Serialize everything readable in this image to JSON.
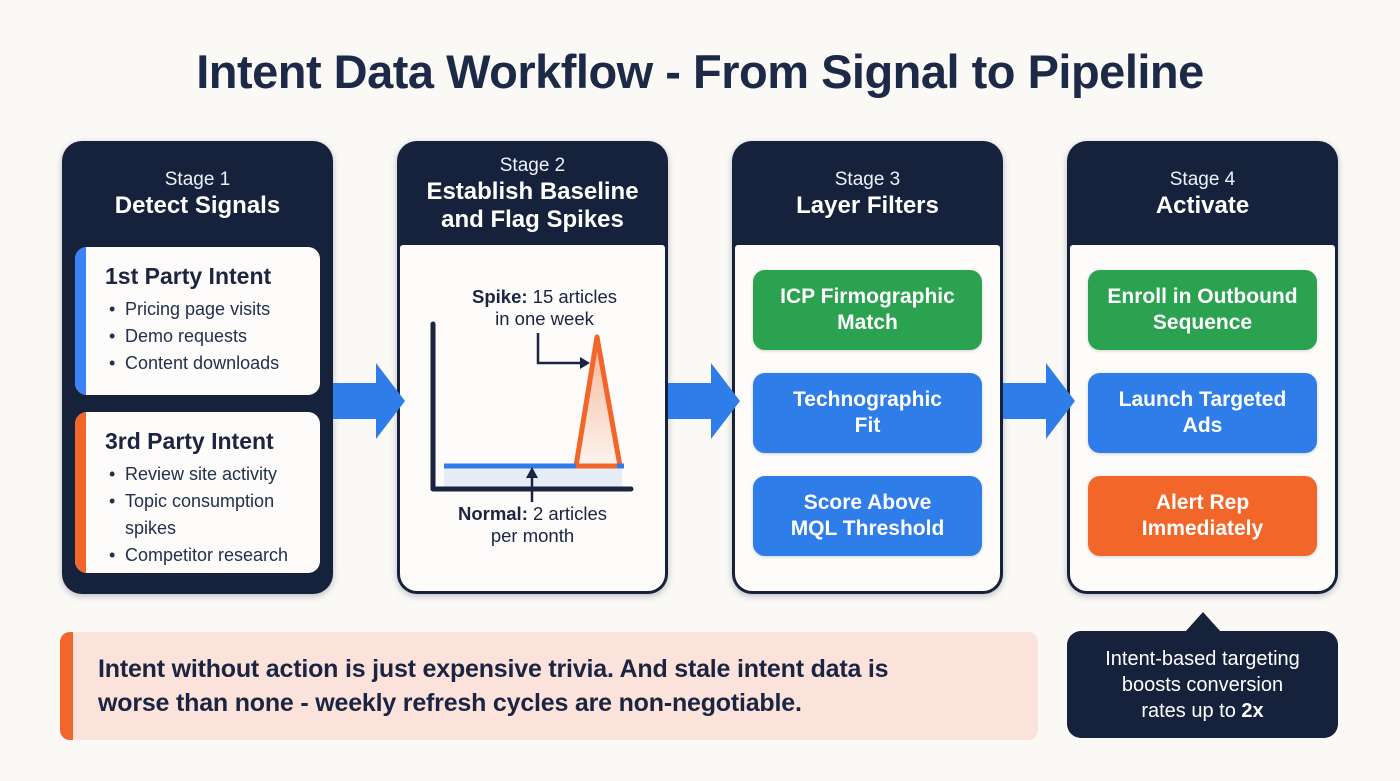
{
  "title": "Intent Data Workflow - From Signal to Pipeline",
  "stages": [
    {
      "label": "Stage 1",
      "title": "Detect Signals",
      "cards": [
        {
          "title": "1st Party Intent",
          "accent_color": "#3b82f6",
          "bullets": [
            "Pricing page visits",
            "Demo requests",
            "Content downloads"
          ]
        },
        {
          "title": "3rd Party Intent",
          "accent_color": "#f2662a",
          "bullets": [
            "Review site activity",
            "Topic consumption spikes",
            "Competitor research"
          ]
        }
      ]
    },
    {
      "label": "Stage 2",
      "title_line1": "Establish Baseline",
      "title_line2": "and Flag Spikes",
      "chart": {
        "type": "area",
        "spike_bold": "Spike:",
        "spike_rest": " 15 articles",
        "spike_line2": "in one week",
        "normal_bold": "Normal:",
        "normal_rest": " 2 articles",
        "normal_line2": "per month",
        "baseline_value": "2 articles per month",
        "spike_value": "15 articles in one week",
        "baseline_color": "#2e7de9",
        "spike_color": "#f2662a"
      }
    },
    {
      "label": "Stage 3",
      "title": "Layer Filters",
      "buttons": [
        {
          "line1": "ICP Firmographic",
          "line2": "Match",
          "color": "#2ba24f"
        },
        {
          "line1": "Technographic",
          "line2": "Fit",
          "color": "#2e7de9"
        },
        {
          "line1": "Score Above",
          "line2": "MQL Threshold",
          "color": "#2e7de9"
        }
      ]
    },
    {
      "label": "Stage 4",
      "title": "Activate",
      "buttons": [
        {
          "line1": "Enroll in Outbound",
          "line2": "Sequence",
          "color": "#2ba24f"
        },
        {
          "line1": "Launch Targeted",
          "line2": "Ads",
          "color": "#2e7de9"
        },
        {
          "line1": "Alert Rep",
          "line2": "Immediately",
          "color": "#f2662a"
        }
      ]
    }
  ],
  "callouts": {
    "note_line1": "Intent without action is just expensive trivia. And stale intent data is",
    "note_line2": "worse than none - weekly refresh cycles are non-negotiable.",
    "stat_line1": "Intent-based targeting",
    "stat_line2": "boosts conversion",
    "stat_line3_prefix": "rates up to ",
    "stat_line3_bold": "2x"
  },
  "colors": {
    "navy": "#16213b",
    "blue": "#2e7de9",
    "green": "#2ba24f",
    "orange": "#f2662a",
    "accent_blue": "#3b82f6",
    "note_bg": "#fbe3dc",
    "background": "#faf9f6"
  }
}
